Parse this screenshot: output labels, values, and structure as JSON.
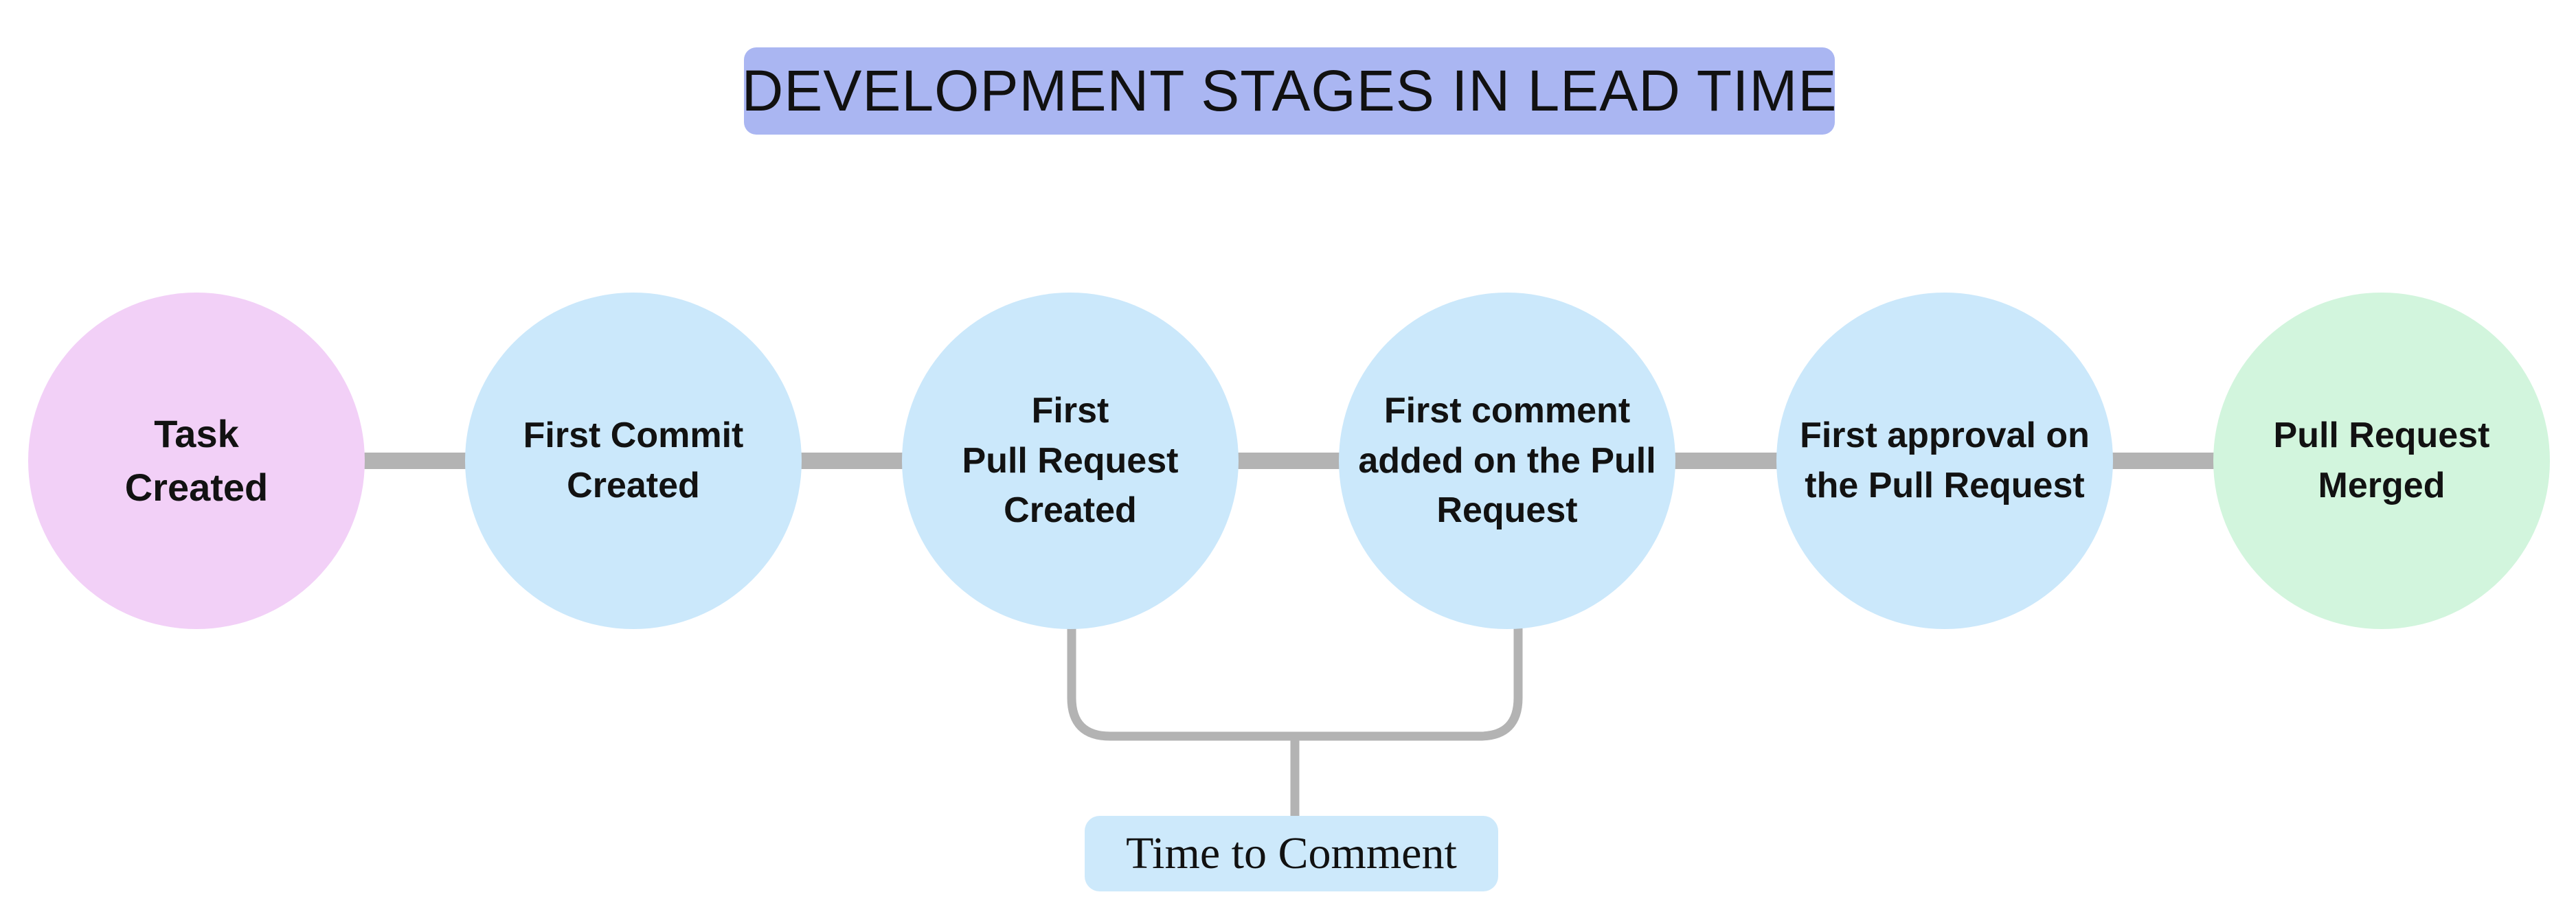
{
  "title": {
    "label": "DEVELOPMENT STAGES IN LEAD TIME"
  },
  "stages": [
    {
      "label": "Task\nCreated",
      "color": "#f2d0f7"
    },
    {
      "label": "First Commit\nCreated",
      "color": "#cbe8fb"
    },
    {
      "label": "First\nPull Request\nCreated",
      "color": "#cbe8fb"
    },
    {
      "label": "First comment\nadded on the Pull\nRequest",
      "color": "#cbe8fb"
    },
    {
      "label": "First approval on\nthe Pull Request",
      "color": "#cbe8fb"
    },
    {
      "label": "Pull Request\nMerged",
      "color": "#d2f5dd"
    }
  ],
  "annotation": {
    "label": "Time to Comment",
    "color": "#cde9fb",
    "spans_from_stage": "First\nPull Request\nCreated",
    "spans_to_stage": "First comment\nadded on the Pull\nRequest"
  },
  "colors": {
    "background": "#ffffff",
    "title_bg": "#aab6f2",
    "connector": "#b3b3b3",
    "text": "#111111"
  }
}
